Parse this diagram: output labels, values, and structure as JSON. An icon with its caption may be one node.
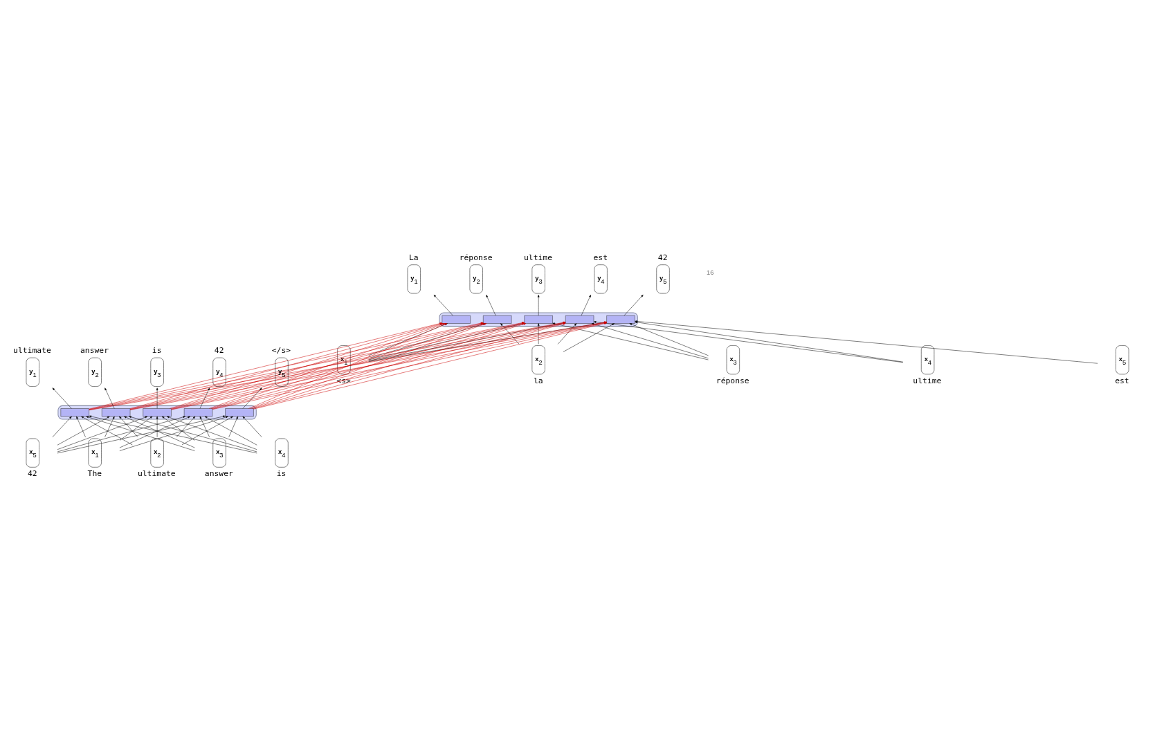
{
  "diagram": {
    "nodes": [
      {
        "text": [],
        "shape": "box"
      },
      {
        "text": [],
        "shape": "box",
        "in": 0
      },
      {
        "text": [],
        "shape": "box",
        "in": 0
      },
      {
        "text": [],
        "shape": "box",
        "in": 0
      },
      {
        "text": [],
        "shape": "box",
        "in": 0
      },
      {
        "text": [],
        "shape": "box",
        "in": 0
      },
      {
        "text": [
          "**y**$_{1}$"
        ],
        "beside": [
          "La"
        ]
      },
      {
        "text": [
          "**y**$_{2}$"
        ],
        "beside": [
          "réponse"
        ]
      },
      {
        "text": [
          "**y**$_{3}$"
        ],
        "beside": [
          "ultime"
        ]
      },
      {
        "text": [
          "**y**$_{4}$"
        ],
        "beside": [
          "est"
        ]
      },
      {
        "text": [
          "**y**$_{5}$"
        ],
        "beside": [
          "42"
        ]
      },
      {
        "text": [
          "**x**$_{1}$"
        ],
        "beside": [
          "<s>"
        ]
      },
      {
        "text": [
          "**x**$_{2}$"
        ],
        "beside": [
          "la"
        ]
      },
      {
        "text": [
          "**x**$_{3}$"
        ],
        "beside": [
          "réponse"
        ]
      },
      {
        "text": [
          "**x**$_{4}$"
        ],
        "beside": [
          "ultime"
        ]
      },
      {
        "text": [
          "**x**$_{5}$"
        ],
        "beside": [
          "est"
        ]
      },
      {
        "text": [],
        "shape": "box"
      },
      {
        "text": [],
        "shape": "box",
        "in": 16
      },
      {
        "text": [],
        "shape": "box",
        "in": 16
      },
      {
        "text": [],
        "shape": "box",
        "in": 16
      },
      {
        "text": [],
        "shape": "box",
        "in": 16
      },
      {
        "text": [],
        "shape": "box",
        "in": 16
      },
      {
        "text": [
          "**y**$_{1}$"
        ],
        "beside": [
          "ultimate"
        ]
      },
      {
        "text": [
          "**y**$_{2}$"
        ],
        "beside": [
          "answer"
        ]
      },
      {
        "text": [
          "**y**$_{3}$"
        ],
        "beside": [
          "is"
        ]
      },
      {
        "text": [
          "**y**$_{4}$"
        ],
        "beside": [
          "42"
        ]
      },
      {
        "text": [
          "**y**$_{5}$"
        ],
        "beside": [
          "</s>"
        ]
      },
      {
        "text": [
          "**x**$_{1}$"
        ],
        "beside": [
          "The"
        ]
      },
      {
        "text": [
          "**x**$_{2}$"
        ],
        "beside": [
          "ultimate"
        ]
      },
      {
        "text": [
          "**x**$_{3}$"
        ],
        "beside": [
          "answer"
        ]
      },
      {
        "text": [
          "**x**$_{4}$"
        ],
        "beside": [
          "is"
        ]
      },
      {
        "text": [
          "**x**$_{5}$"
        ],
        "beside": [
          "42"
        ]
      }
    ],
    "edges": [
      {
        "from": 1,
        "to": 6,
        "arrow": "to"
      },
      {
        "from": 2,
        "to": 7,
        "arrow": "to"
      },
      {
        "from": 3,
        "to": 8,
        "arrow": "to"
      },
      {
        "from": 4,
        "to": 9,
        "arrow": "to"
      },
      {
        "from": 5,
        "to": 10,
        "arrow": "to"
      },
      {
        "from": 11,
        "to": 1,
        "arrow": "to"
      },
      {
        "from": 11,
        "to": 2,
        "arrow": "to"
      },
      {
        "from": 11,
        "to": 3,
        "arrow": "to"
      },
      {
        "from": 11,
        "to": 4,
        "arrow": "to"
      },
      {
        "from": 11,
        "to": 5,
        "arrow": "to"
      },
      {
        "from": 12,
        "to": 2,
        "arrow": "to"
      },
      {
        "from": 12,
        "to": 3,
        "arrow": "to"
      },
      {
        "from": 12,
        "to": 4,
        "arrow": "to"
      },
      {
        "from": 12,
        "to": 5,
        "arrow": "to"
      },
      {
        "from": 13,
        "to": 3,
        "arrow": "to"
      },
      {
        "from": 13,
        "to": 4,
        "arrow": "to"
      },
      {
        "from": 13,
        "to": 5,
        "arrow": "to"
      },
      {
        "from": 14,
        "to": 4,
        "arrow": "to"
      },
      {
        "from": 14,
        "to": 5,
        "arrow": "to"
      },
      {
        "from": 15,
        "to": 5,
        "arrow": "to"
      },
      {
        "from": 17,
        "to": 22,
        "arrow": "to"
      },
      {
        "from": 18,
        "to": 23,
        "arrow": "to"
      },
      {
        "from": 19,
        "to": 24,
        "arrow": "to"
      },
      {
        "from": 20,
        "to": 25,
        "arrow": "to"
      },
      {
        "from": 21,
        "to": 26,
        "arrow": "to"
      },
      {
        "from": 27,
        "to": 17,
        "arrow": "to"
      },
      {
        "from": 27,
        "to": 18,
        "arrow": "to"
      },
      {
        "from": 27,
        "to": 19,
        "arrow": "to"
      },
      {
        "from": 27,
        "to": 20,
        "arrow": "to"
      },
      {
        "from": 27,
        "to": 21,
        "arrow": "to"
      },
      {
        "from": 28,
        "to": 17,
        "arrow": "to"
      },
      {
        "from": 28,
        "to": 18,
        "arrow": "to"
      },
      {
        "from": 28,
        "to": 19,
        "arrow": "to"
      },
      {
        "from": 28,
        "to": 20,
        "arrow": "to"
      },
      {
        "from": 28,
        "to": 21,
        "arrow": "to"
      },
      {
        "from": 29,
        "to": 17,
        "arrow": "to"
      },
      {
        "from": 29,
        "to": 18,
        "arrow": "to"
      },
      {
        "from": 29,
        "to": 19,
        "arrow": "to"
      },
      {
        "from": 29,
        "to": 20,
        "arrow": "to"
      },
      {
        "from": 29,
        "to": 21,
        "arrow": "to"
      },
      {
        "from": 30,
        "to": 17,
        "arrow": "to"
      },
      {
        "from": 30,
        "to": 18,
        "arrow": "to"
      },
      {
        "from": 30,
        "to": 19,
        "arrow": "to"
      },
      {
        "from": 30,
        "to": 20,
        "arrow": "to"
      },
      {
        "from": 30,
        "to": 21,
        "arrow": "to"
      },
      {
        "from": 31,
        "to": 17,
        "arrow": "to"
      },
      {
        "from": 31,
        "to": 18,
        "arrow": "to"
      },
      {
        "from": 31,
        "to": 19,
        "arrow": "to"
      },
      {
        "from": 31,
        "to": 20,
        "arrow": "to"
      },
      {
        "from": 31,
        "to": 21,
        "arrow": "to"
      },
      {
        "from": 17,
        "to": 1,
        "arrow": "to",
        "color": "#cc0000"
      },
      {
        "from": 17,
        "to": 2,
        "arrow": "to",
        "color": "#cc0000"
      },
      {
        "from": 17,
        "to": 3,
        "arrow": "to",
        "color": "#cc0000"
      },
      {
        "from": 17,
        "to": 4,
        "arrow": "to",
        "color": "#cc0000"
      },
      {
        "from": 17,
        "to": 5,
        "arrow": "to",
        "color": "#cc0000"
      },
      {
        "from": 18,
        "to": 1,
        "arrow": "to",
        "color": "#cc0000"
      },
      {
        "from": 18,
        "to": 2,
        "arrow": "to",
        "color": "#cc0000"
      },
      {
        "from": 18,
        "to": 3,
        "arrow": "to",
        "color": "#cc0000"
      },
      {
        "from": 18,
        "to": 4,
        "arrow": "to",
        "color": "#cc0000"
      },
      {
        "from": 18,
        "to": 5,
        "arrow": "to",
        "color": "#cc0000"
      },
      {
        "from": 19,
        "to": 1,
        "arrow": "to",
        "color": "#cc0000"
      },
      {
        "from": 19,
        "to": 2,
        "arrow": "to",
        "color": "#cc0000"
      },
      {
        "from": 19,
        "to": 3,
        "arrow": "to",
        "color": "#cc0000"
      },
      {
        "from": 19,
        "to": 4,
        "arrow": "to",
        "color": "#cc0000"
      },
      {
        "from": 19,
        "to": 5,
        "arrow": "to",
        "color": "#cc0000"
      },
      {
        "from": 20,
        "to": 1,
        "arrow": "to",
        "color": "#cc0000"
      },
      {
        "from": 20,
        "to": 2,
        "arrow": "to",
        "color": "#cc0000"
      },
      {
        "from": 20,
        "to": 3,
        "arrow": "to",
        "color": "#cc0000"
      },
      {
        "from": 20,
        "to": 4,
        "arrow": "to",
        "color": "#cc0000"
      },
      {
        "from": 20,
        "to": 5,
        "arrow": "to",
        "color": "#cc0000"
      },
      {
        "from": 21,
        "to": 1,
        "arrow": "to",
        "color": "#cc0000"
      },
      {
        "from": 21,
        "to": 2,
        "arrow": "to",
        "color": "#cc0000"
      },
      {
        "from": 21,
        "to": 3,
        "arrow": "to",
        "color": "#cc0000"
      },
      {
        "from": 21,
        "to": 4,
        "arrow": "to",
        "color": "#cc0000"
      },
      {
        "from": 21,
        "to": 5,
        "arrow": "to",
        "color": "#cc0000"
      }
    ],
    "labels": [
      "16"
    ]
  }
}
